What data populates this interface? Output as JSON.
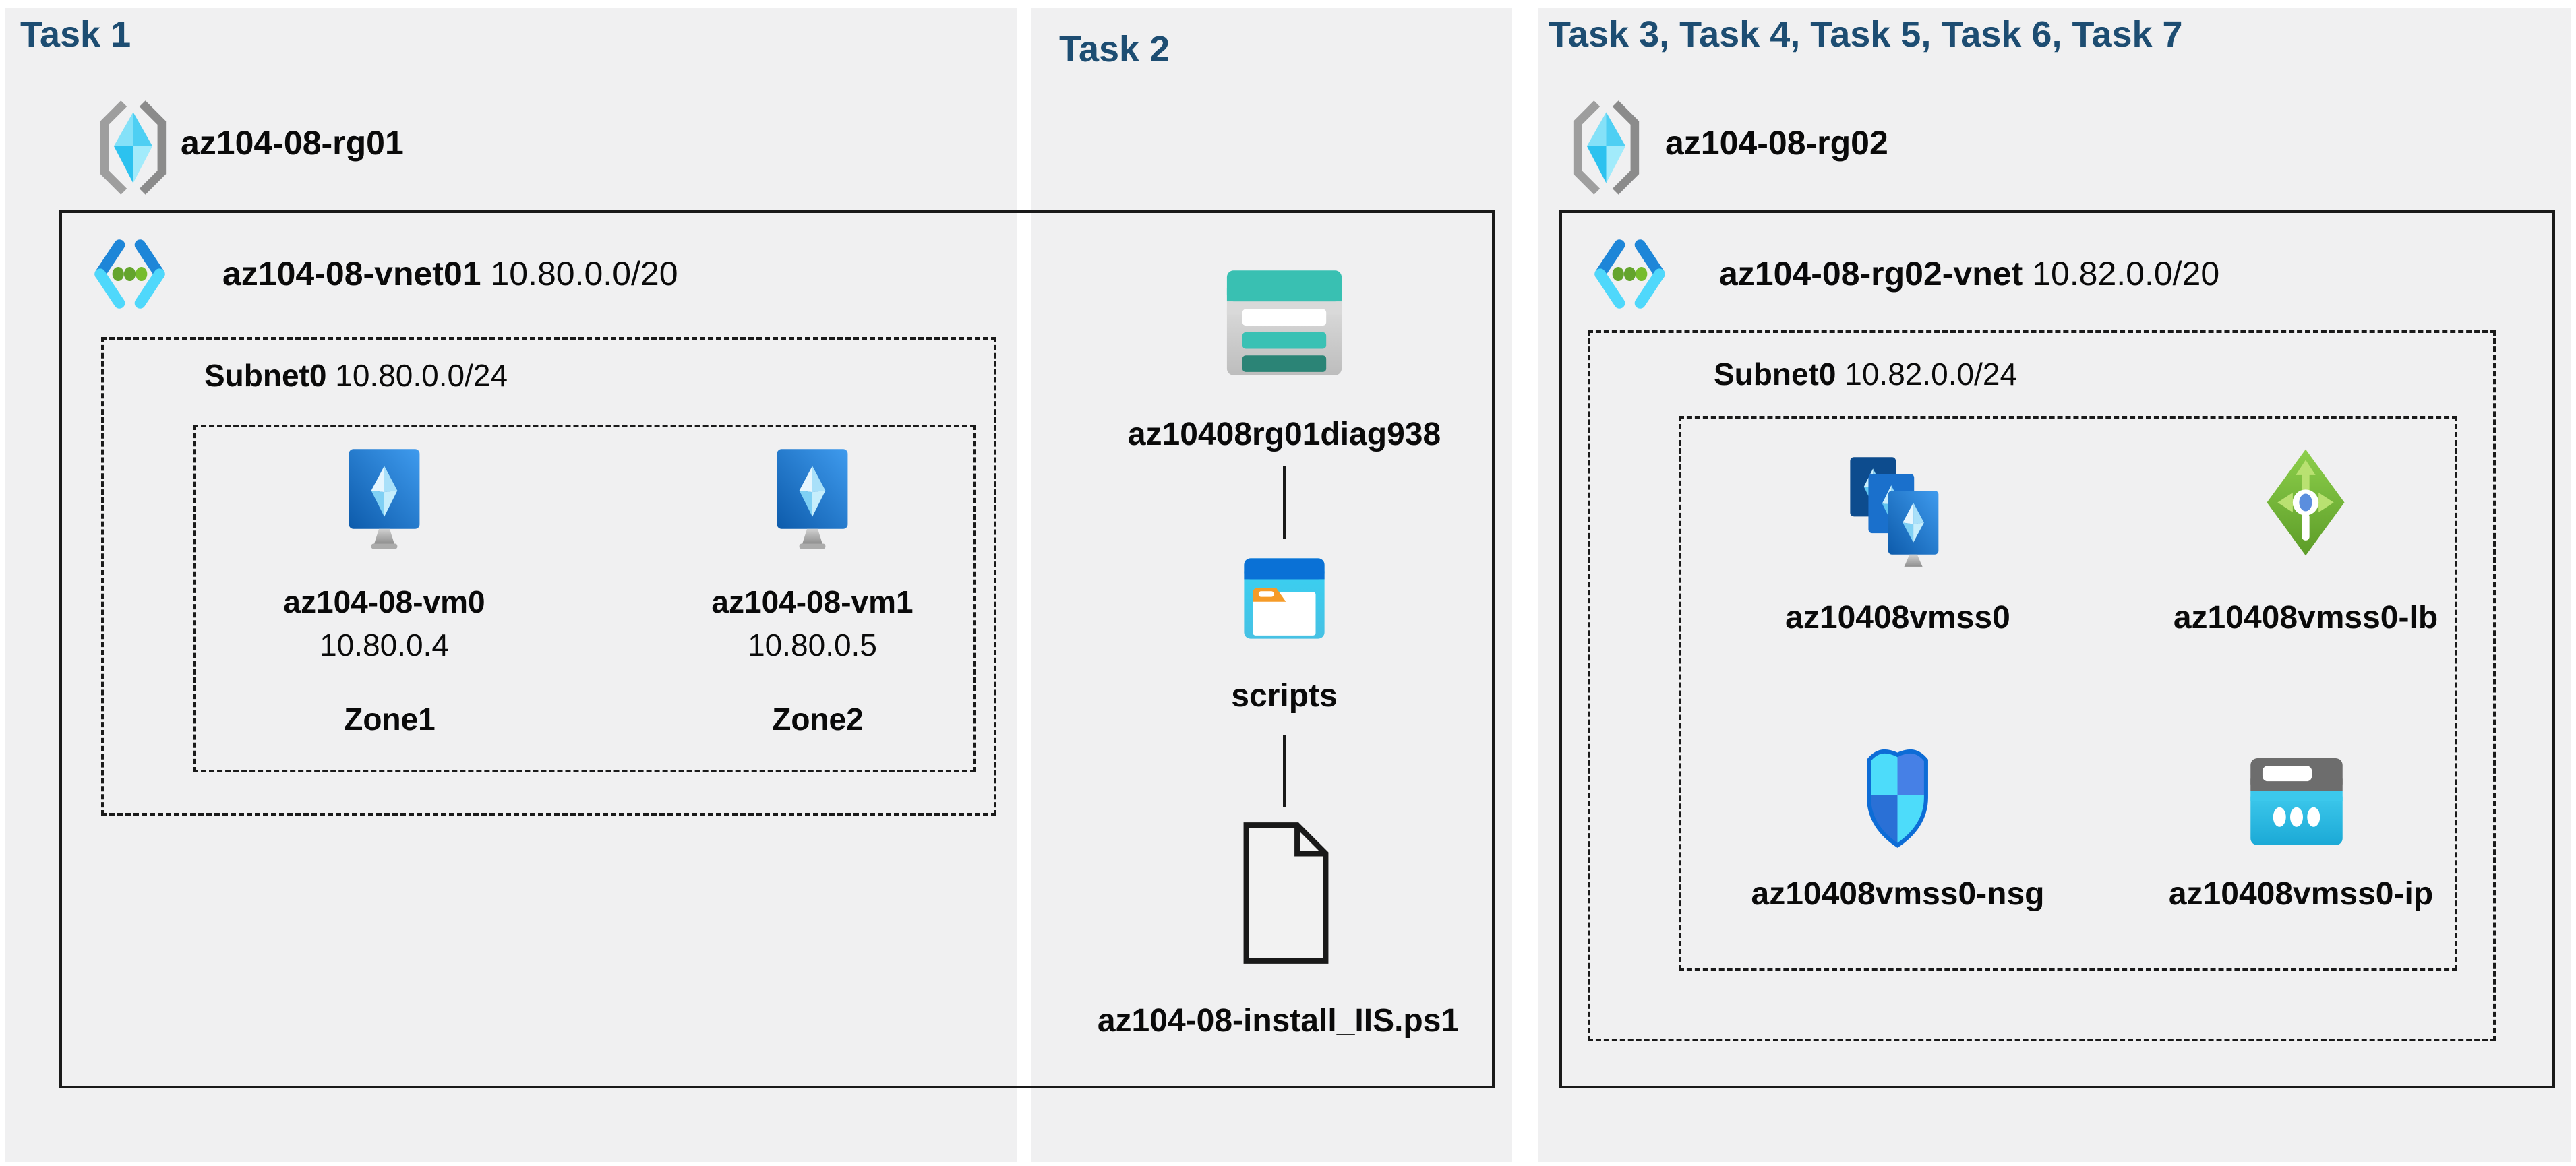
{
  "colors": {
    "title_navy": "#1d4d72",
    "panel_bg": "#f0f0f1",
    "line_black": "#1a1a1a",
    "vnet_blue": "#1e86d8",
    "vnet_cyan": "#4fd8fb",
    "vnet_dot_green": "#64a42d",
    "storage_teal": "#39c0b2",
    "storage_teal_dark": "#2b8476",
    "scripts_bar_blue": "#0a71d6",
    "scripts_body_cyan": "#38d2f3",
    "folder_orange": "#f59b28",
    "lb_green": "#6fae35",
    "nsg_border_blue": "#0d6cd6",
    "nsg_cyan": "#4ddcfa",
    "ip_gray": "#6d6d6d",
    "ip_cyan": "#38c4e9"
  },
  "tasks": [
    {
      "title": "Task 1",
      "resource_group": {
        "name": "az104-08-rg01",
        "icon": "resource-group-icon"
      },
      "vnet": {
        "name": "az104-08-vnet01",
        "cidr": "10.80.0.0/20",
        "icon": "virtual-network-icon"
      },
      "subnet": {
        "name": "Subnet0",
        "cidr": "10.80.0.0/24"
      },
      "vms": [
        {
          "name": "az104-08-vm0",
          "ip": "10.80.0.4",
          "zone": "Zone1",
          "icon": "virtual-machine-icon"
        },
        {
          "name": "az104-08-vm1",
          "ip": "10.80.0.5",
          "zone": "Zone2",
          "icon": "virtual-machine-icon"
        }
      ]
    },
    {
      "title": "Task 2",
      "items": [
        {
          "name": "az10408rg01diag938",
          "icon": "storage-account-icon"
        },
        {
          "name": "scripts",
          "icon": "folder-window-icon"
        },
        {
          "name": "az104-08-install_IIS.ps1",
          "icon": "file-document-icon"
        }
      ]
    },
    {
      "title": "Task 3, Task 4, Task 5, Task 6, Task 7",
      "resource_group": {
        "name": "az104-08-rg02",
        "icon": "resource-group-icon"
      },
      "vnet": {
        "name": "az104-08-rg02-vnet",
        "cidr": "10.82.0.0/20",
        "icon": "virtual-network-icon"
      },
      "subnet": {
        "name": "Subnet0",
        "cidr": "10.82.0.0/24"
      },
      "resources": [
        {
          "name": "az10408vmss0",
          "icon": "vm-scale-set-icon"
        },
        {
          "name": "az10408vmss0-lb",
          "icon": "load-balancer-icon"
        },
        {
          "name": "az10408vmss0-nsg",
          "icon": "network-security-group-icon"
        },
        {
          "name": "az10408vmss0-ip",
          "icon": "public-ip-icon"
        }
      ]
    }
  ]
}
